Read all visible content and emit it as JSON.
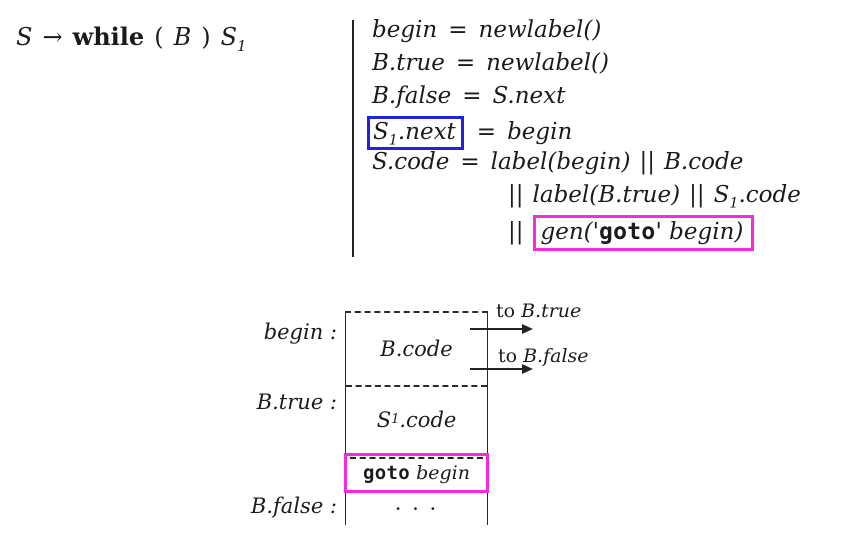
{
  "colors": {
    "ink": "#1b1b1b",
    "highlight_blue": "#2222dd",
    "highlight_magenta": "#f928e0"
  },
  "production": {
    "lhs": "S",
    "arrow": "→",
    "keyword": "while",
    "lparen": "(",
    "condition": "B",
    "rparen": ")",
    "body_base": "S",
    "body_sub": "1"
  },
  "rules": {
    "r1": {
      "lhs": "begin",
      "eq": "=",
      "rhs": "newlabel()"
    },
    "r2": {
      "lhs": "B.true",
      "eq": "=",
      "rhs": "newlabel()"
    },
    "r3": {
      "lhs": "B.false",
      "eq": "=",
      "rhs": "S.next"
    },
    "r4": {
      "lhs_base": "S",
      "lhs_sub": "1",
      "lhs_rest": ".next",
      "eq": "=",
      "rhs": "begin"
    },
    "r5": {
      "lhs": "S.code",
      "eq": "=",
      "rhs_first": "label(begin)",
      "cat": "||",
      "rhs_second": "B.code"
    },
    "r6": {
      "cat": "||",
      "part1": "label(B.true)",
      "cat2": "||",
      "part2_base": "S",
      "part2_sub": "1",
      "part2_rest": ".code"
    },
    "r7": {
      "cat": "||",
      "boxed_open": "gen('",
      "goto_keyword": "goto",
      "boxed_close": "' begin)"
    }
  },
  "diagram": {
    "labels": {
      "begin": "begin :",
      "btrue": "B.true :",
      "bfalse": "B.false :"
    },
    "sections": {
      "bcode": "B.code",
      "s1code_base": "S",
      "s1code_sub": "1",
      "s1code_rest": ".code",
      "goto_keyword": "goto",
      "goto_operand": "begin",
      "ellipsis": "· · ·"
    },
    "arrows": {
      "btrue_prefix": "to",
      "btrue_target": "B.true",
      "bfalse_prefix": "to",
      "bfalse_target": "B.false"
    }
  }
}
